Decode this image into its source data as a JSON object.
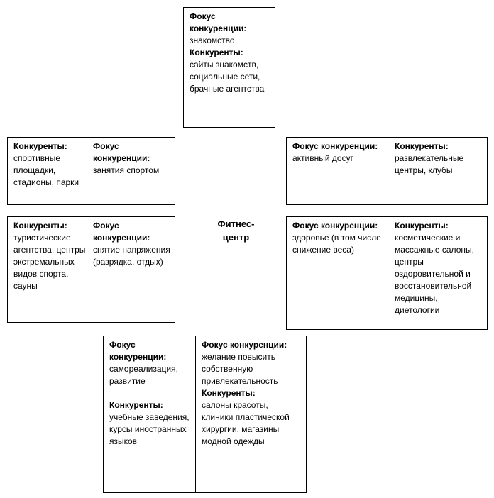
{
  "center": {
    "title_line1": "Фитнес-",
    "title_line2": "центр"
  },
  "boxes": {
    "dating": {
      "focus_label": "Фокус конкуренции:",
      "focus_value": "знакомство",
      "competitors_label": "Конкуренты:",
      "competitors_value": "сайты знакомств, социальные сети, брачные агентства"
    },
    "sport": {
      "competitors_label": "Конкуренты:",
      "competitors_value": "спортивные площадки, стадионы, парки",
      "focus_label": "Фокус конкуренции:",
      "focus_value": "занятия спортом"
    },
    "leisure": {
      "focus_label": "Фокус конкуренции:",
      "focus_value": "активный досуг",
      "competitors_label": "Конкуренты:",
      "competitors_value": "развлекательные центры, клубы"
    },
    "relaxation": {
      "competitors_label": "Конкуренты:",
      "competitors_value": "туристические агентства, центры экстремальных видов спорта, сауны",
      "focus_label": "Фокус конкуренции:",
      "focus_value": "снятие напряжения (разрядка, отдых)"
    },
    "health": {
      "focus_label": "Фокус конкуренции:",
      "focus_value": "здоровье (в том числе снижение веса)",
      "competitors_label": "Конкуренты:",
      "competitors_value": "косметические и массажные салоны, центры оздоровительной и восстановительной медицины, диетологии"
    },
    "development": {
      "focus_label": "Фокус конкуренции:",
      "focus_value": "самореализация, развитие",
      "competitors_label": "Конкуренты:",
      "competitors_value": "учебные заведения, курсы иностранных языков"
    },
    "attractiveness": {
      "focus_label": "Фокус конкуренции:",
      "focus_value": "желание повысить собственную привлекательность",
      "competitors_label": "Конкуренты:",
      "competitors_value": "салоны красоты, клиники пластической хирургии, магазины модной одежды"
    }
  }
}
